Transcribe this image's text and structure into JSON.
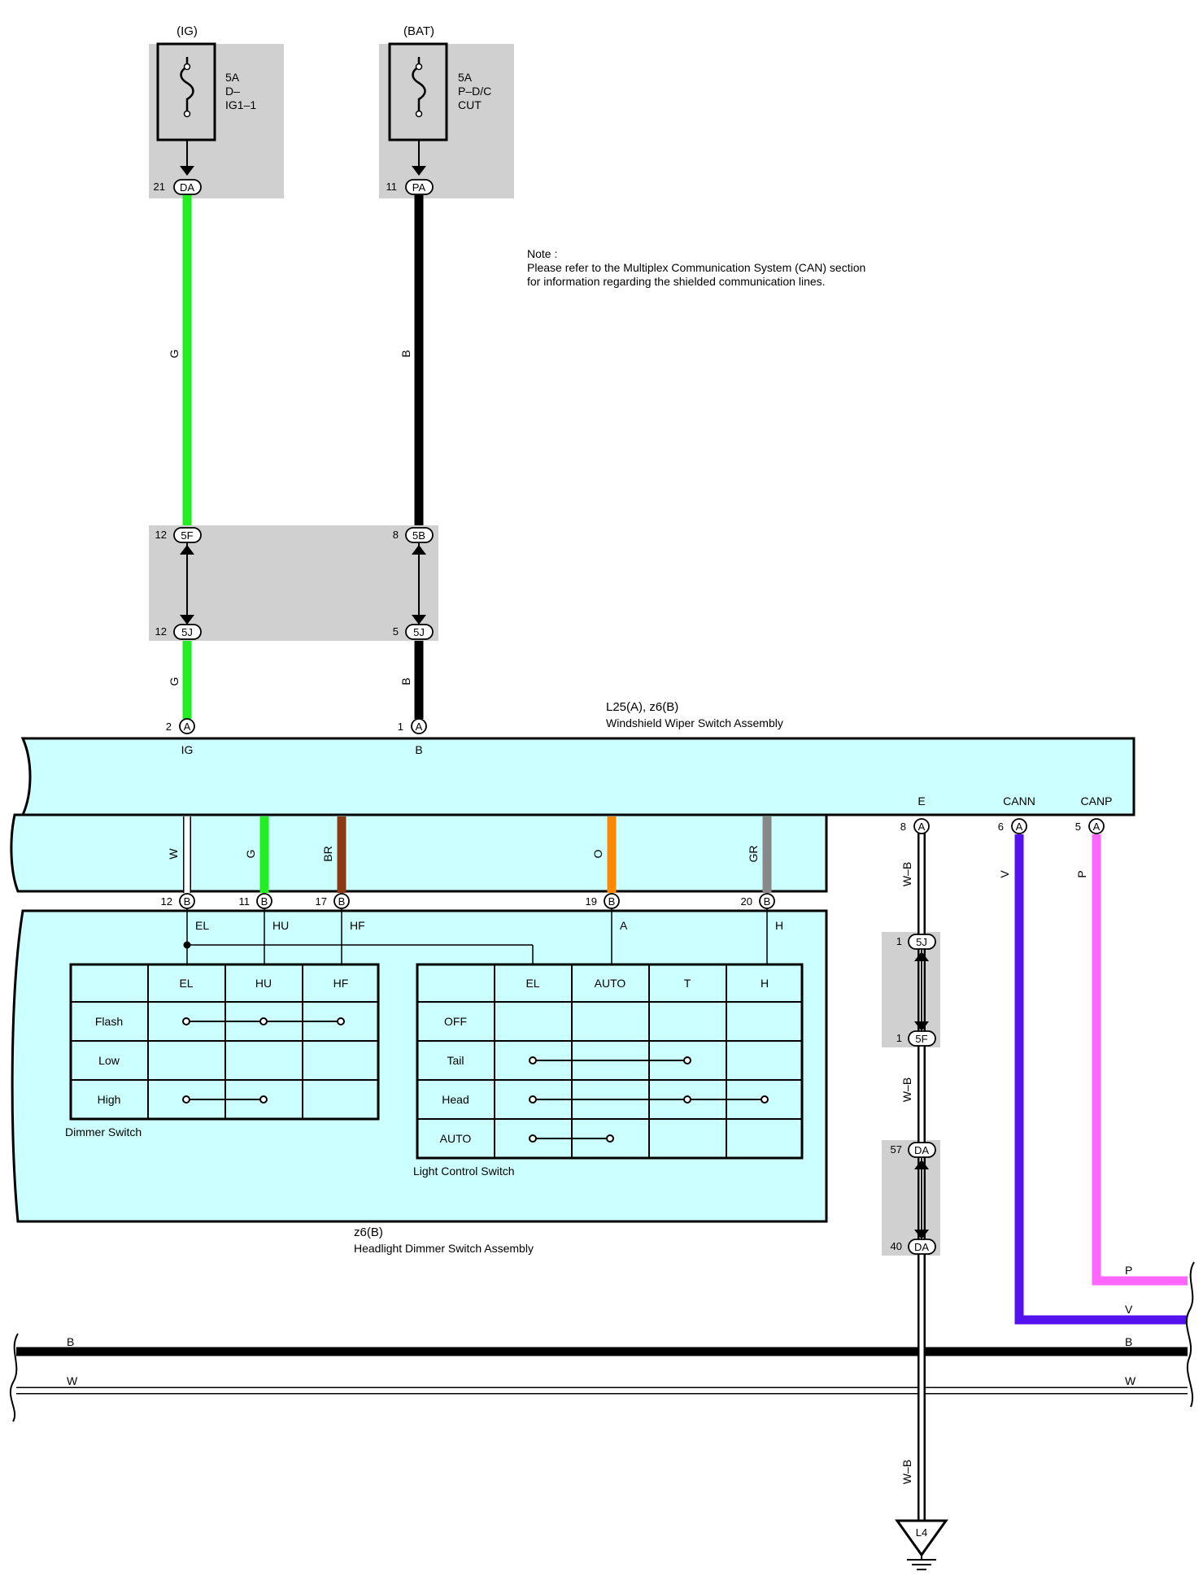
{
  "note": {
    "title": "Note :",
    "line1": "Please refer to the Multiplex Communication System (CAN) section",
    "line2": "for information regarding the shielded communication lines."
  },
  "fuses": [
    {
      "source": "(IG)",
      "amp": "5A",
      "name1": "D–",
      "name2": "IG1–1",
      "pin": "21",
      "connector": "DA"
    },
    {
      "source": "(BAT)",
      "amp": "5A",
      "name1": "P–D/C",
      "name2": "CUT",
      "pin": "11",
      "connector": "PA"
    }
  ],
  "junction": {
    "left": {
      "top_pin": "12",
      "top_conn": "5F",
      "bot_pin": "12",
      "bot_conn": "5J"
    },
    "right": {
      "top_pin": "8",
      "top_conn": "5B",
      "bot_pin": "5",
      "bot_conn": "5J"
    }
  },
  "wire_colors": {
    "G": "#22ee22",
    "B": "#000000",
    "W": "#ffffff",
    "BR": "#8b3a14",
    "O": "#ff8800",
    "GR": "#888888",
    "V": "#5511ee",
    "P": "#ff66ff"
  },
  "wire_labels": {
    "ig_upper": "G",
    "bat_upper": "B",
    "ig_lower": "G",
    "bat_lower": "B",
    "w": "W",
    "g": "G",
    "br": "BR",
    "o": "O",
    "gr": "GR",
    "wb1": "W–B",
    "wb2": "W–B",
    "wb3": "W–B",
    "v": "V",
    "p": "P"
  },
  "wiper": {
    "id": "L25(A), z6(B)",
    "name": "Windshield Wiper Switch Assembly",
    "pins": [
      {
        "num": "2",
        "conn": "A",
        "term": "IG"
      },
      {
        "num": "1",
        "conn": "A",
        "term": "B"
      },
      {
        "num": "8",
        "conn": "A",
        "term": "E"
      },
      {
        "num": "6",
        "conn": "A",
        "term": "CANN"
      },
      {
        "num": "5",
        "conn": "A",
        "term": "CANP"
      }
    ]
  },
  "headlight": {
    "id": "z6(B)",
    "name": "Headlight Dimmer Switch Assembly",
    "pins": [
      {
        "num": "12",
        "conn": "B",
        "term": "EL"
      },
      {
        "num": "11",
        "conn": "B",
        "term": "HU"
      },
      {
        "num": "17",
        "conn": "B",
        "term": "HF"
      },
      {
        "num": "19",
        "conn": "B",
        "term": "A"
      },
      {
        "num": "20",
        "conn": "B",
        "term": "H"
      }
    ]
  },
  "dimmer_table": {
    "caption": "Dimmer Switch",
    "columns": [
      "EL",
      "HU",
      "HF"
    ],
    "rows": [
      {
        "label": "Flash",
        "span": [
          0,
          2
        ]
      },
      {
        "label": "Low",
        "span": null
      },
      {
        "label": "High",
        "span": [
          0,
          1
        ]
      }
    ]
  },
  "light_table": {
    "caption": "Light Control Switch",
    "columns": [
      "EL",
      "AUTO",
      "T",
      "H"
    ],
    "rows": [
      {
        "label": "OFF",
        "span": null
      },
      {
        "label": "Tail",
        "span": [
          0,
          2
        ]
      },
      {
        "label": "Head",
        "span": [
          0,
          3
        ],
        "mid": [
          2
        ]
      },
      {
        "label": "AUTO",
        "span": [
          0,
          1
        ]
      }
    ]
  },
  "ground_path": [
    {
      "top_pin": "1",
      "top_conn": "5J",
      "bot_pin": "1",
      "bot_conn": "5F"
    },
    {
      "top_pin": "57",
      "top_conn": "DA",
      "bot_pin": "40",
      "bot_conn": "DA"
    }
  ],
  "ground_point": "L4",
  "bus": {
    "b_left": "B",
    "b_right": "B",
    "w_left": "W",
    "w_right": "W"
  },
  "can_right": {
    "p": "P",
    "v": "V"
  }
}
